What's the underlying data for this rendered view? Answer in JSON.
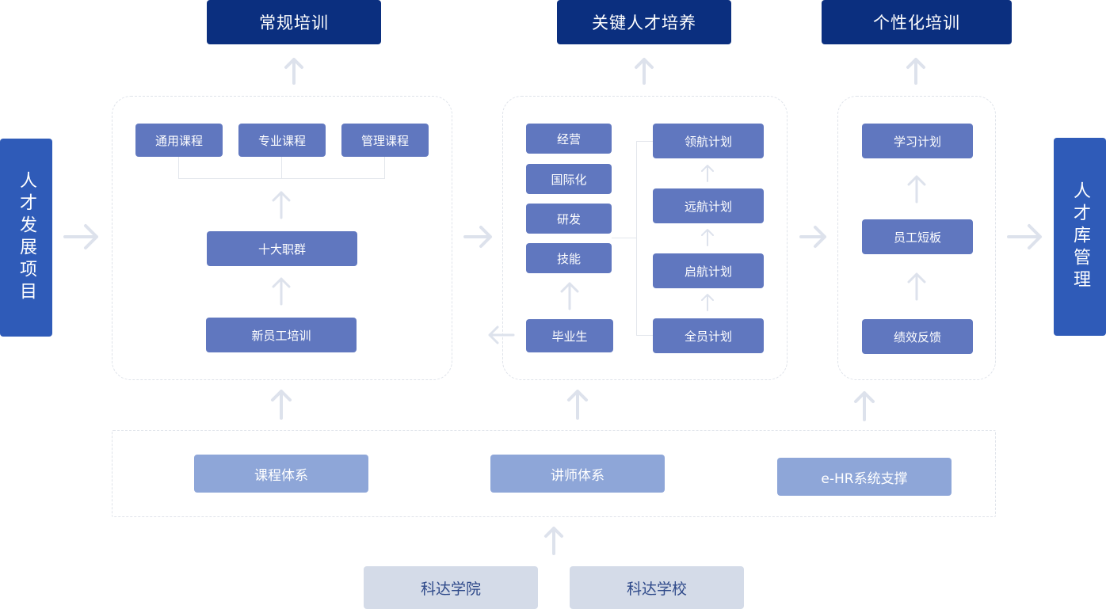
{
  "top_boxes": [
    "常规培训",
    "关键人才培养",
    "个性化培训"
  ],
  "left_side": "人才发展项目",
  "right_side": "人才库管理",
  "group1": {
    "courses": [
      "通用课程",
      "专业课程",
      "管理课程"
    ],
    "cluster": "十大职群",
    "newcomer": "新员工培训"
  },
  "group2": {
    "left_items": [
      "经营",
      "国际化",
      "研发",
      "技能"
    ],
    "graduate": "毕业生",
    "plans": [
      "领航计划",
      "远航计划",
      "启航计划",
      "全员计划"
    ]
  },
  "group3": [
    "学习计划",
    "员工短板",
    "绩效反馈"
  ],
  "systems": [
    "课程体系",
    "讲师体系",
    "e-HR系统支撑"
  ],
  "sources": [
    "科达学院",
    "科达学校"
  ],
  "colors": {
    "top": "#0b2f7f",
    "side": "#2f5bb8",
    "mid": "#6077bf",
    "system": "#8ea6d8",
    "source": "#d4dbe8",
    "arrow": "#dde2ec"
  }
}
